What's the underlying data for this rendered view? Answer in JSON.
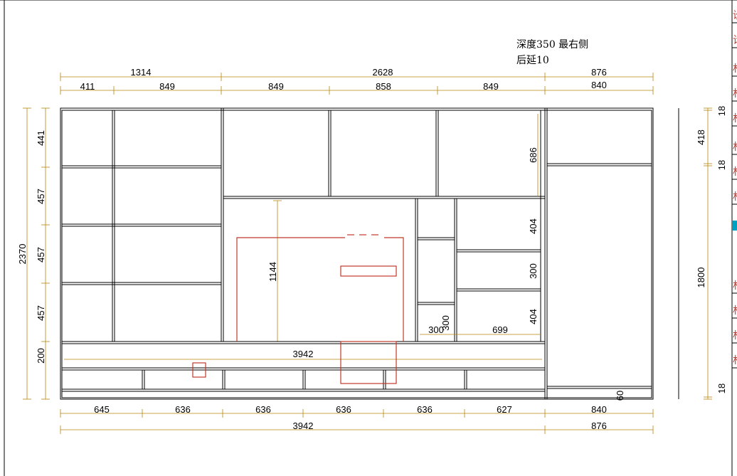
{
  "notes": {
    "line1": "深度350 最右侧",
    "line2": "后延10"
  },
  "top_dims": {
    "row1": [
      "1314",
      "2628",
      "876"
    ],
    "row2": [
      "411",
      "849",
      "849",
      "858",
      "849",
      "840"
    ]
  },
  "left_dims": {
    "total": "2370",
    "parts": [
      "441",
      "457",
      "457",
      "457",
      "200"
    ]
  },
  "inner_dims": {
    "upper_mid_height": "686",
    "tv_height": "1144",
    "right_cells": [
      "404",
      "300",
      "404"
    ],
    "small_w": "300",
    "small_h": "300",
    "wide_w": "699",
    "base_width": "3942",
    "plinth": "60"
  },
  "bottom_dims": {
    "row1": [
      "645",
      "636",
      "636",
      "636",
      "636",
      "627",
      "840"
    ],
    "row2": [
      "3942",
      "876"
    ]
  },
  "right_dims": {
    "parts": [
      "18",
      "418",
      "18",
      "1800",
      "18"
    ]
  },
  "legend_chars": [
    "设",
    "计",
    "材",
    "材",
    "材",
    "材",
    "材",
    "材",
    "材",
    "材",
    "材",
    "材"
  ],
  "colors": {
    "line": "#000000",
    "dimension": "#b8860b",
    "markup": "#c0392b",
    "accent": "#00a0c0"
  }
}
